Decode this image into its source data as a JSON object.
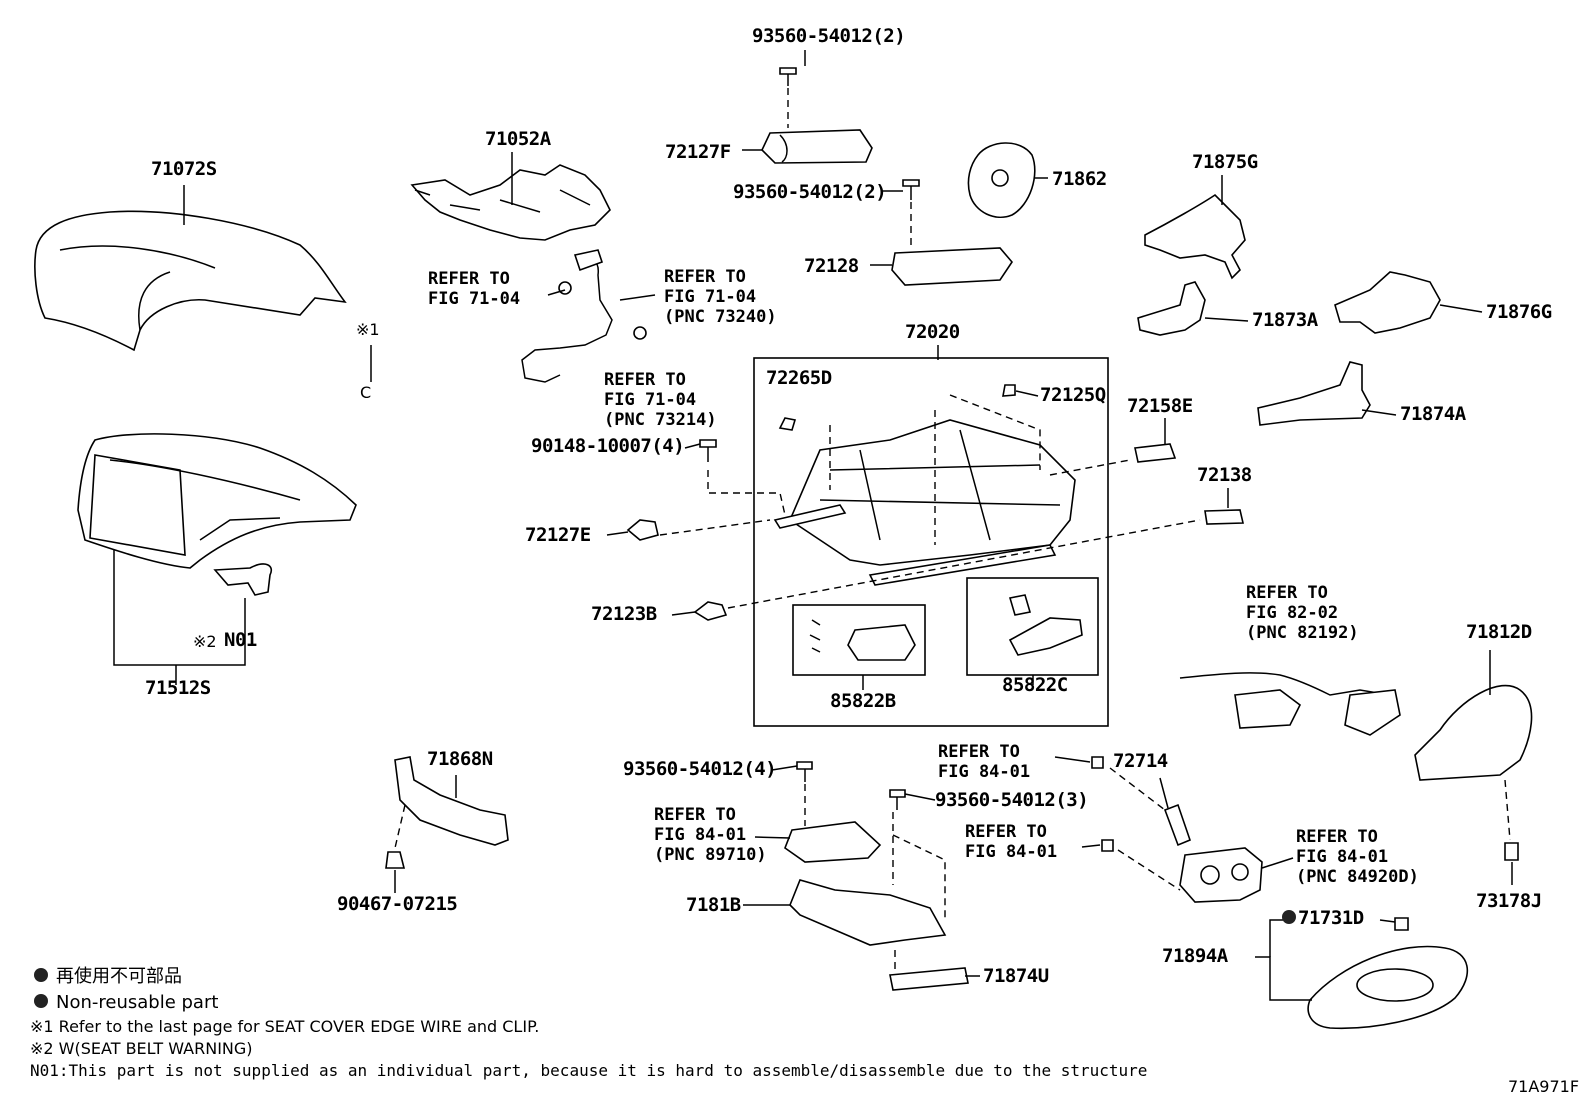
{
  "diagram_id": "71A971F",
  "parts": {
    "p93560_top": "93560-54012(2)",
    "p72127F": "72127F",
    "p93560_mid": "93560-54012(2)",
    "p71862": "71862",
    "p72128": "72128",
    "p71052A": "71052A",
    "p71072S": "71072S",
    "p71875G": "71875G",
    "p71873A": "71873A",
    "p71876G": "71876G",
    "p71874A": "71874A",
    "p72020": "72020",
    "p72265D": "72265D",
    "p72125Q": "72125Q",
    "p72158E": "72158E",
    "p72138": "72138",
    "p90148": "90148-10007(4)",
    "p72127E": "72127E",
    "p72123B": "72123B",
    "p85822B": "85822B",
    "p85822C": "85822C",
    "p71512S": "71512S",
    "pN01": "N01",
    "p71868N": "71868N",
    "p90467": "90467-07215",
    "p93560_4": "93560-54012(4)",
    "p93560_3": "93560-54012(3)",
    "p7181B": "7181B",
    "p71874U": "71874U",
    "p72714": "72714",
    "p71812D": "71812D",
    "p73178J": "73178J",
    "p71731D": "71731D",
    "p71894A": "71894A"
  },
  "refs": {
    "r1": [
      "REFER TO",
      "FIG 71-04"
    ],
    "r2": [
      "REFER TO",
      "FIG 71-04",
      "(PNC 73240)"
    ],
    "r3": [
      "REFER TO",
      "FIG 71-04",
      "(PNC 73214)"
    ],
    "r4": [
      "REFER TO",
      "FIG 82-02",
      "(PNC 82192)"
    ],
    "r5": [
      "REFER TO",
      "FIG 84-01"
    ],
    "r6": [
      "REFER TO",
      "FIG 84-01",
      "(PNC 89710)"
    ],
    "r7": [
      "REFER TO",
      "FIG 84-01"
    ],
    "r8": [
      "REFER TO",
      "FIG 84-01",
      "(PNC 84920D)"
    ]
  },
  "marks": {
    "m1": "※1",
    "m2": "※2",
    "clip": "C"
  },
  "legend": {
    "jp": "再使用不可部品",
    "en": "Non-reusable part",
    "note1": "※1 Refer to the last page for SEAT COVER EDGE WIRE and CLIP.",
    "note2": "※2 W(SEAT BELT WARNING)",
    "note3": "N01:This part is not supplied as an individual part, because it is hard to assemble/disassemble due to the structure"
  }
}
